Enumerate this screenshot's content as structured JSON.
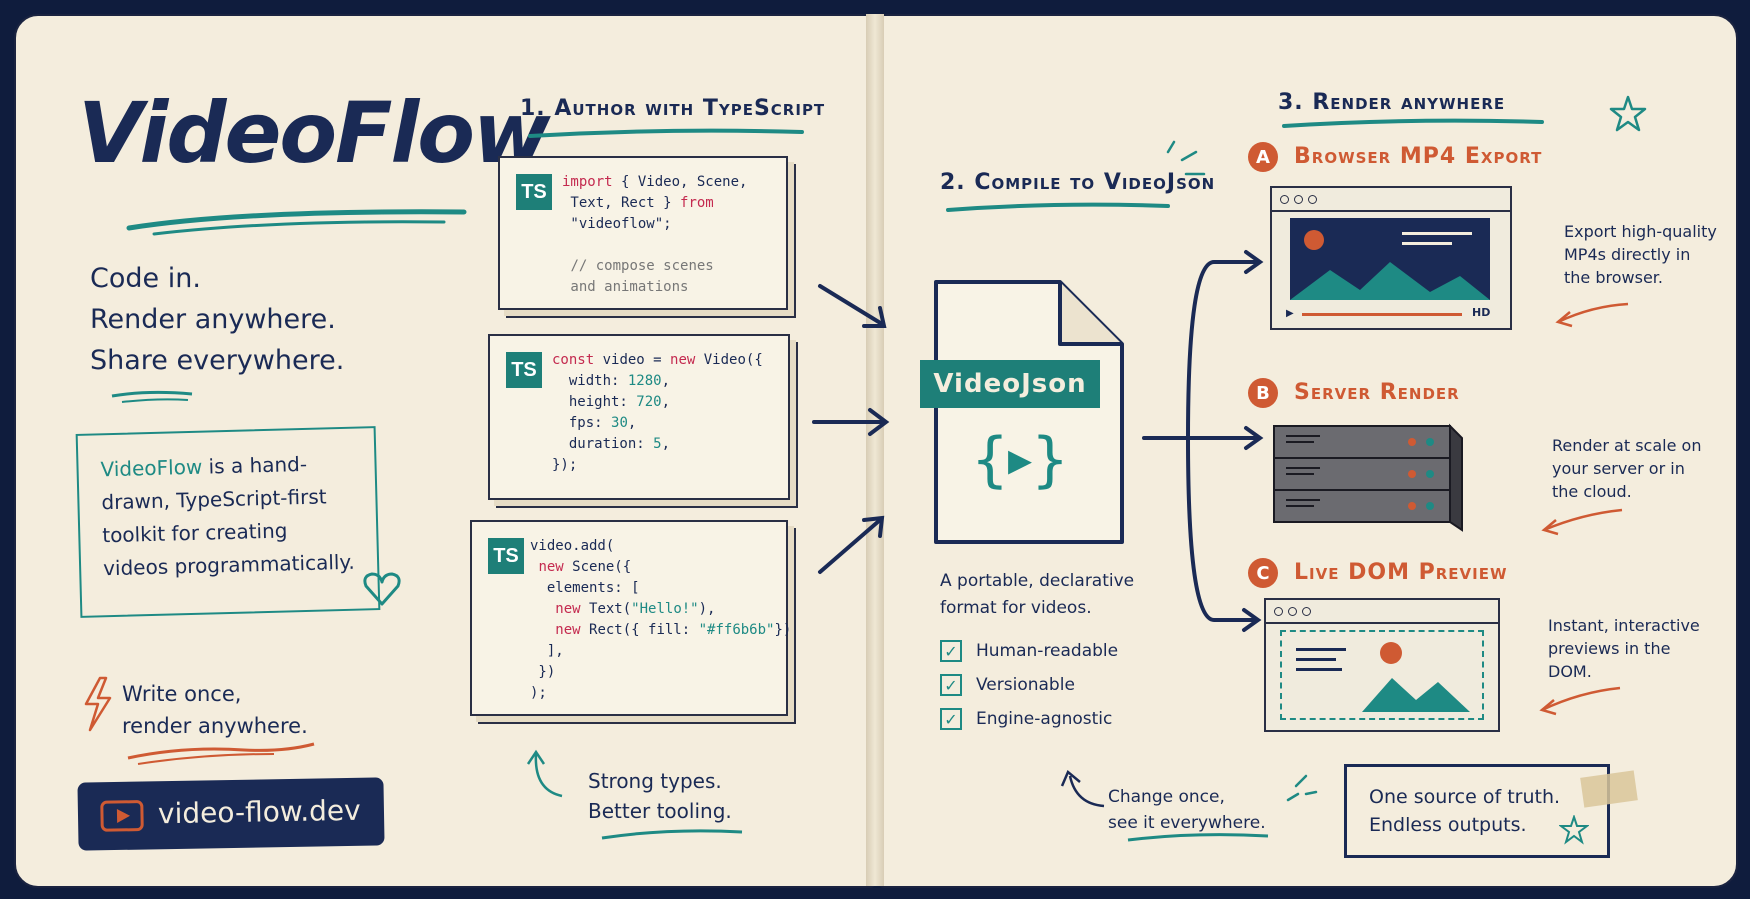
{
  "brand": {
    "title": "VideoFlow",
    "tagline": [
      "Code in.",
      "Render anywhere.",
      "Share everywhere."
    ],
    "description_highlight": "VideoFlow",
    "description_rest": " is a hand-drawn, TypeScript-first toolkit for creating videos programmatically.",
    "write_once": [
      "Write once,",
      "render anywhere."
    ],
    "url": "video-flow.dev"
  },
  "section1": {
    "heading": "1. Author with TypeScript",
    "badge": "TS",
    "strong_types": [
      "Strong types.",
      "Better tooling."
    ]
  },
  "section2": {
    "heading": "2. Compile to VideoJson",
    "doc_label": "VideoJson",
    "description": [
      "A portable, declarative",
      "format for videos."
    ],
    "features": [
      "Human-readable",
      "Versionable",
      "Engine-agnostic"
    ],
    "change_note": [
      "Change once,",
      "see it everywhere."
    ]
  },
  "section3": {
    "heading": "3. Render anywhere",
    "targets": [
      {
        "letter": "A",
        "title": "Browser MP4 Export",
        "note": [
          "Export high-quality",
          "MP4s directly in",
          "the browser."
        ],
        "hd": "HD"
      },
      {
        "letter": "B",
        "title": "Server Render",
        "note": [
          "Render at scale on",
          "your server or in",
          "the cloud."
        ]
      },
      {
        "letter": "C",
        "title": "Live DOM Preview",
        "note": [
          "Instant, interactive",
          "previews in the",
          "DOM."
        ]
      }
    ],
    "footer": [
      "One source of truth.",
      "Endless outputs."
    ]
  },
  "colors": {
    "navy": "#1a2a55",
    "teal": "#1e8a84",
    "orange": "#cf5a33",
    "paper": "#f4eddd",
    "background": "#0f1c3d"
  },
  "icons": [
    "play-icon",
    "lightning-icon",
    "heart-icon",
    "star-icon",
    "check-icon",
    "arrow-icon"
  ]
}
